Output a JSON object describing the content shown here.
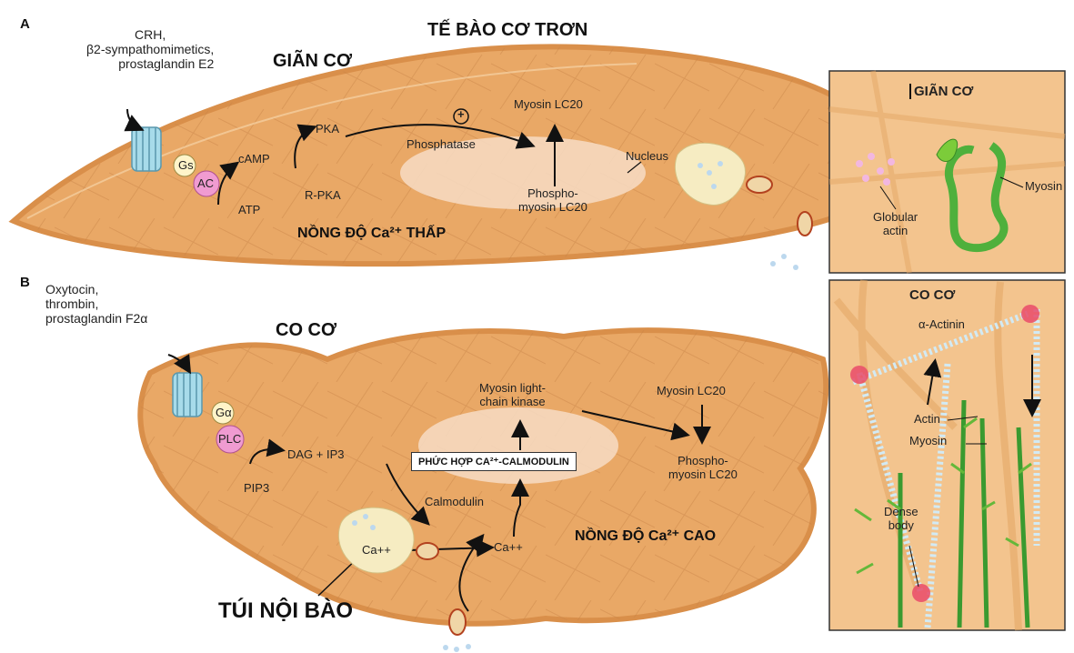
{
  "panel_a": {
    "letter": "A",
    "title": "TẾ BÀO CƠ TRƠN",
    "state": "GIÃN CƠ",
    "agonists": [
      "CRH,",
      "β2-sympathomimetics,",
      "prostaglandin E2"
    ],
    "gs": "Gs",
    "ac": "AC",
    "camp": "cAMP",
    "atp": "ATP",
    "pka": "PKA",
    "rpka": "R-PKA",
    "plus": "+",
    "phosphatase": "Phosphatase",
    "myosin_lc20": "Myosin LC20",
    "nucleus": "Nucleus",
    "phospho_myosin": [
      "Phospho-",
      "myosin LC20"
    ],
    "concentration": "NỒNG ĐỘ Ca²⁺ THẤP",
    "inset": {
      "title": "GIÃN CƠ",
      "myosin": "Myosin",
      "globular_actin": [
        "Globular",
        "actin"
      ]
    }
  },
  "panel_b": {
    "letter": "B",
    "state": "CO CƠ",
    "agonists": [
      "Oxytocin,",
      "thrombin,",
      "prostaglandin F2α"
    ],
    "galpha": "Gα",
    "plc": "PLC",
    "pip3": "PIP3",
    "dag_ip3": "DAG + IP3",
    "mlck": [
      "Myosin light-",
      "chain kinase"
    ],
    "myosin_lc20": "Myosin LC20",
    "phospho_myosin": [
      "Phospho-",
      "myosin LC20"
    ],
    "complex": "PHỨC HỢP CA²⁺-CALMODULIN",
    "calmodulin": "Calmodulin",
    "ca_store": "Ca++",
    "ca_cyto": "Ca++",
    "concentration": "NỒNG ĐỘ Ca²⁺ CAO",
    "vesicle_label": "TÚI NỘI BÀO",
    "inset": {
      "title": "CO CƠ",
      "alpha_actinin": "α-Actinin",
      "actin": "Actin",
      "myosin": "Myosin",
      "dense_body": [
        "Dense",
        "body"
      ]
    }
  },
  "colors": {
    "cell_fill": "#e9a866",
    "cell_edge": "#d98f4a",
    "panel_bg": "#f3c48e",
    "ac_pink": "#f09bd1",
    "myosin_green": "#4fb03c",
    "vesicle": "#f6ecc2"
  }
}
